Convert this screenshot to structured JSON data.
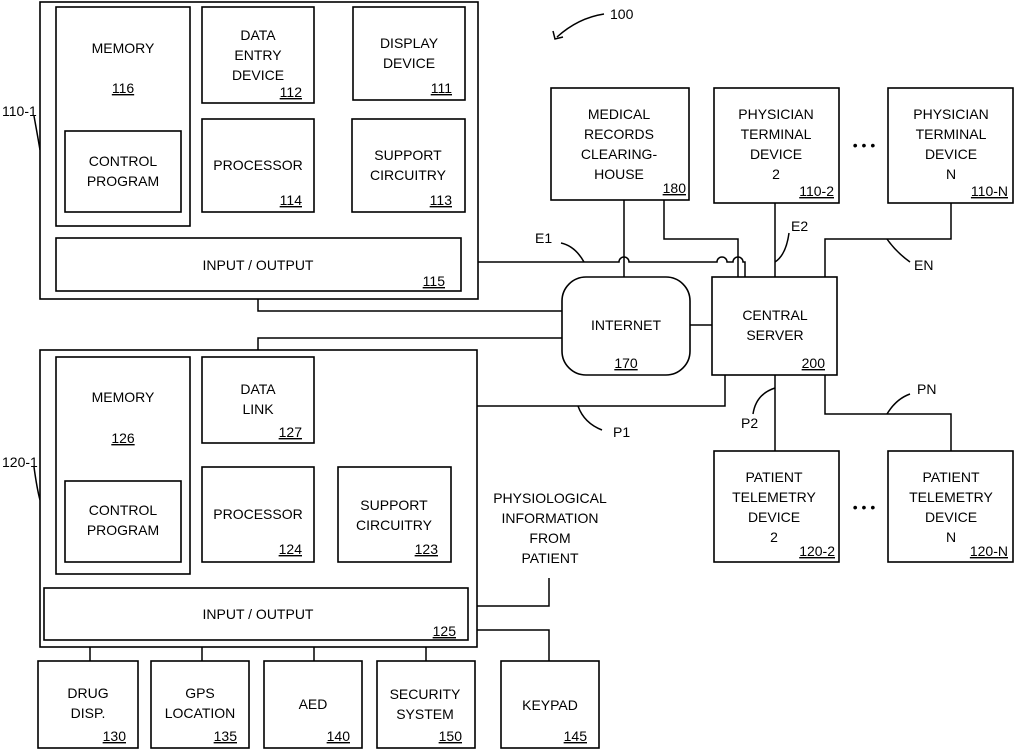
{
  "figure_ref": "100",
  "blocks": {
    "memory_116": {
      "lines": [
        "MEMORY"
      ],
      "ref": "116"
    },
    "control_program_1": {
      "lines": [
        "CONTROL",
        "PROGRAM"
      ]
    },
    "data_entry_device": {
      "lines": [
        "DATA",
        "ENTRY",
        "DEVICE"
      ],
      "ref": "112"
    },
    "display_device": {
      "lines": [
        "DISPLAY",
        "DEVICE"
      ],
      "ref": "111"
    },
    "processor_114": {
      "lines": [
        "PROCESSOR"
      ],
      "ref": "114"
    },
    "support_circuitry_113": {
      "lines": [
        "SUPPORT",
        "CIRCUITRY"
      ],
      "ref": "113"
    },
    "io_115": {
      "lines": [
        "INPUT / OUTPUT"
      ],
      "ref": "115"
    },
    "terminal_label": {
      "text": "110-1"
    },
    "medical_records": {
      "lines": [
        "MEDICAL",
        "RECORDS",
        "CLEARING-",
        "HOUSE"
      ],
      "ref": "180"
    },
    "physician_terminal_2": {
      "lines": [
        "PHYSICIAN",
        "TERMINAL",
        "DEVICE",
        "2"
      ],
      "ref": "110-2"
    },
    "physician_terminal_n": {
      "lines": [
        "PHYSICIAN",
        "TERMINAL",
        "DEVICE",
        "N"
      ],
      "ref": "110-N"
    },
    "internet": {
      "lines": [
        "INTERNET"
      ],
      "ref": "170"
    },
    "central_server": {
      "lines": [
        "CENTRAL",
        "SERVER"
      ],
      "ref": "200"
    },
    "memory_126": {
      "lines": [
        "MEMORY"
      ],
      "ref": "126"
    },
    "control_program_2": {
      "lines": [
        "CONTROL",
        "PROGRAM"
      ]
    },
    "data_link": {
      "lines": [
        "DATA",
        "LINK"
      ],
      "ref": "127"
    },
    "processor_124": {
      "lines": [
        "PROCESSOR"
      ],
      "ref": "124"
    },
    "support_circuitry_123": {
      "lines": [
        "SUPPORT",
        "CIRCUITRY"
      ],
      "ref": "123"
    },
    "io_125": {
      "lines": [
        "INPUT / OUTPUT"
      ],
      "ref": "125"
    },
    "telemetry_label": {
      "text": "120-1"
    },
    "physio_info": {
      "lines": [
        "PHYSIOLOGICAL",
        "INFORMATION",
        "FROM",
        "PATIENT"
      ]
    },
    "patient_telemetry_2": {
      "lines": [
        "PATIENT",
        "TELEMETRY",
        "DEVICE",
        "2"
      ],
      "ref": "120-2"
    },
    "patient_telemetry_n": {
      "lines": [
        "PATIENT",
        "TELEMETRY",
        "DEVICE",
        "N"
      ],
      "ref": "120-N"
    },
    "drug_disp": {
      "lines": [
        "DRUG",
        "DISP."
      ],
      "ref": "130"
    },
    "gps_location": {
      "lines": [
        "GPS",
        "LOCATION"
      ],
      "ref": "135"
    },
    "aed": {
      "lines": [
        "AED"
      ],
      "ref": "140"
    },
    "security_system": {
      "lines": [
        "SECURITY",
        "SYSTEM"
      ],
      "ref": "150"
    },
    "keypad": {
      "lines": [
        "KEYPAD"
      ],
      "ref": "145"
    }
  },
  "link_labels": {
    "e1": "E1",
    "e2": "E2",
    "en": "EN",
    "p1": "P1",
    "p2": "P2",
    "pn": "PN"
  },
  "ellipsis": {
    "top": "• • •",
    "bottom": "• • •"
  }
}
